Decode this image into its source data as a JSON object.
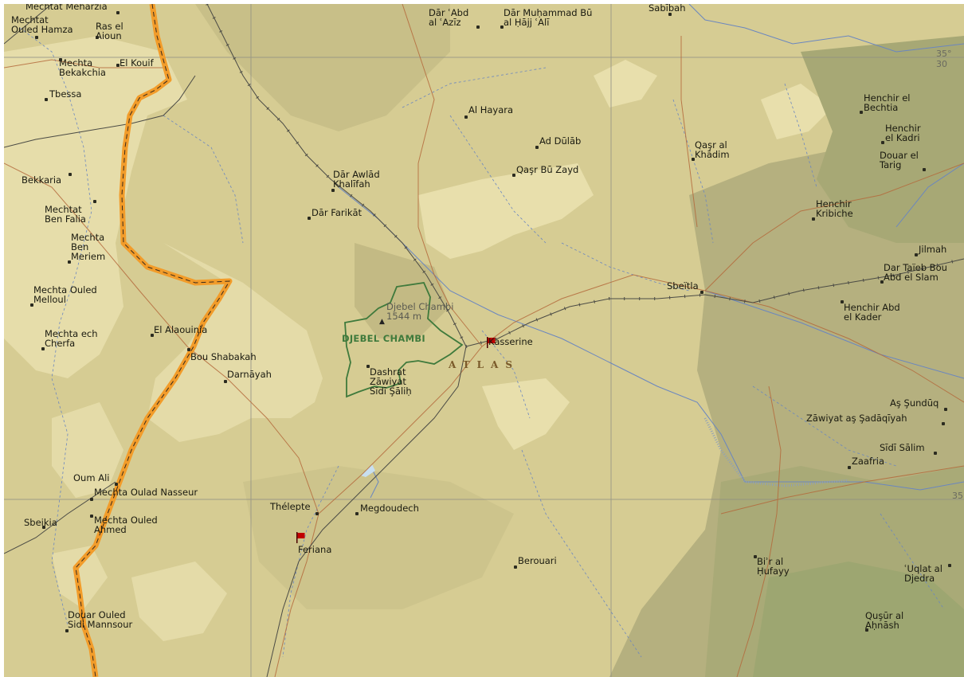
{
  "map": {
    "edge_labels": {
      "lat_top": "35° 30",
      "lat_bottom": "35"
    },
    "region_label": "ATLAS",
    "park": {
      "name": "DJEBEL CHAMBI"
    },
    "peak": {
      "name": "Djebel Chambi",
      "elevation": "1544 m"
    },
    "places": [
      {
        "name": "Mechtat Meharzia"
      },
      {
        "name": "Mechtat\nOuled Hamza"
      },
      {
        "name": "Ras el\nAioun"
      },
      {
        "name": "Mechta\nBekakchia"
      },
      {
        "name": "El Kouif"
      },
      {
        "name": "Tbessa"
      },
      {
        "name": "Bekkaria"
      },
      {
        "name": "Mechtat\nBen Falia"
      },
      {
        "name": "Mechta\nBen\nMeriem"
      },
      {
        "name": "Mechta Ouled\nMelloul"
      },
      {
        "name": "Mechta ech\nCherfa"
      },
      {
        "name": "El Alaouinia"
      },
      {
        "name": "Bou Shabakah"
      },
      {
        "name": "Darnāyah"
      },
      {
        "name": "Oum Ali"
      },
      {
        "name": "Mechta Oulad Nasseur"
      },
      {
        "name": "Sbeikia"
      },
      {
        "name": "Mechta Ouled\nAhmed"
      },
      {
        "name": "Douar Ouled\nSidi Mannsour"
      },
      {
        "name": "Dār ʿAbd\nal ʿAzīz"
      },
      {
        "name": "Dār Muḥammad Bū\nal Ḥājj ʿAlī"
      },
      {
        "name": "Sabībah"
      },
      {
        "name": "Al Hayara"
      },
      {
        "name": "Ad Dūlāb"
      },
      {
        "name": "Qaşr Bū Zayd"
      },
      {
        "name": "Dār Awlād\nKhalīfah"
      },
      {
        "name": "Dār Farikāt"
      },
      {
        "name": "Dashrat\nZāwiyat\nSīdī Şāliḥ"
      },
      {
        "name": "Kasserine"
      },
      {
        "name": "Thélepte"
      },
      {
        "name": "Megdoudech"
      },
      {
        "name": "Feriana"
      },
      {
        "name": "Berouari"
      },
      {
        "name": "Henchir el\nBechtia"
      },
      {
        "name": "Henchir\nel Kadri"
      },
      {
        "name": "Douar el\nTarig"
      },
      {
        "name": "Qaşr al\nKhādim"
      },
      {
        "name": "Henchir\nKribiche"
      },
      {
        "name": "Jilmah"
      },
      {
        "name": "Dar Taïeb Bou\nAbd el Slam"
      },
      {
        "name": "Sbeïtla"
      },
      {
        "name": "Henchir Abd\nel Kader"
      },
      {
        "name": "Aş Şundūq"
      },
      {
        "name": "Zāwiyat aş Şadāqīyah"
      },
      {
        "name": "Sīdī Sālim"
      },
      {
        "name": "Zaafria"
      },
      {
        "name": "Biʾr al\nḤufayy"
      },
      {
        "name": "ʿUqlat al\nDjedra"
      },
      {
        "name": "Quşūr al\nAḥnāsh"
      }
    ],
    "colors": {
      "lowland": "#d6cc93",
      "highland": "#e8dfac",
      "plain": "#b7b283",
      "green": "#9da671",
      "border": "#f29c2a",
      "river": "#6a86c0"
    },
    "icons": [
      "capital-flag-icon",
      "peak-triangle-icon"
    ]
  }
}
